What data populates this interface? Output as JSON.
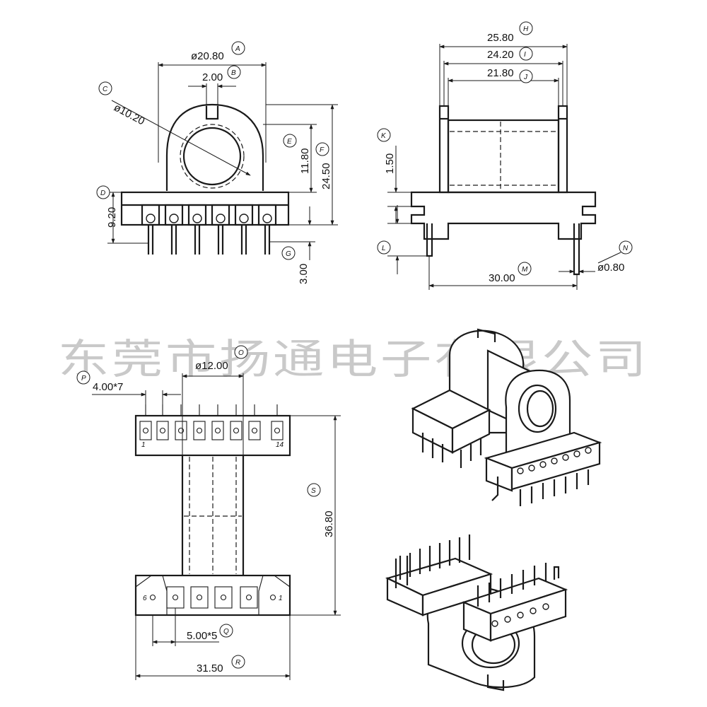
{
  "watermark": "东莞市扬通电子有限公司",
  "views": {
    "front": {
      "dims": [
        {
          "value": "ø20.80",
          "tag": "A"
        },
        {
          "value": "2.00",
          "tag": "B"
        },
        {
          "value": "ø10.20",
          "tag": "C"
        },
        {
          "value": "9.20",
          "tag": "D"
        },
        {
          "value": "11.80",
          "tag": "E"
        },
        {
          "value": "24.50",
          "tag": "F"
        },
        {
          "value": "3.00",
          "tag": "G"
        }
      ]
    },
    "side": {
      "dims": [
        {
          "value": "25.80",
          "tag": "H"
        },
        {
          "value": "24.20",
          "tag": "I"
        },
        {
          "value": "21.80",
          "tag": "J"
        },
        {
          "value": "1.50",
          "tag": "K"
        },
        {
          "value": "",
          "tag": "L"
        },
        {
          "value": "30.00",
          "tag": "M"
        },
        {
          "value": "ø0.80",
          "tag": "N"
        }
      ]
    },
    "bottom": {
      "dims": [
        {
          "value": "4.00*7",
          "tag": "P"
        },
        {
          "value": "ø12.00",
          "tag": "O"
        },
        {
          "value": "36.80",
          "tag": "S"
        },
        {
          "value": "5.00*5",
          "tag": "Q"
        },
        {
          "value": "31.50",
          "tag": "R"
        }
      ],
      "pin_numbers": {
        "top_left": "1",
        "top_right": "14",
        "bottom_left": "6",
        "bottom_right": "1"
      }
    }
  }
}
